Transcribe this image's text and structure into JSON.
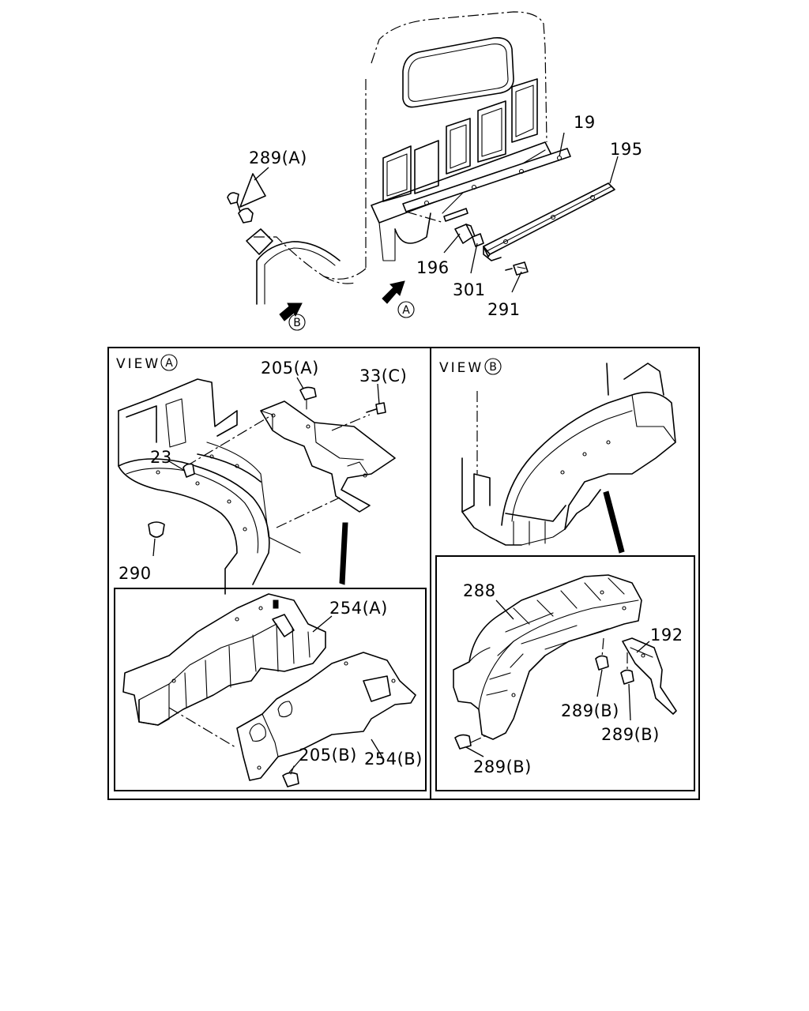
{
  "callouts": {
    "c289a_top": "289(A)",
    "c19": "19",
    "c195": "195",
    "c196": "196",
    "c301": "301",
    "c291": "291",
    "arrowA": "A",
    "arrowB": "B",
    "c205a": "205(A)",
    "c33c": "33(C)",
    "c23": "23",
    "c290": "290",
    "c254a": "254(A)",
    "c254b": "254(B)",
    "c205b": "205(B)",
    "c288": "288",
    "c192": "192",
    "c289b_1": "289(B)",
    "c289b_2": "289(B)",
    "c289b_3": "289(B)"
  },
  "views": {
    "viewA_text": "VIEW",
    "viewA_letter": "A",
    "viewB_text": "VIEW",
    "viewB_letter": "B"
  }
}
